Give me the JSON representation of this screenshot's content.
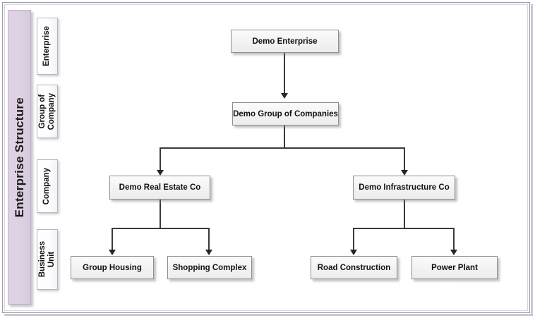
{
  "diagram": {
    "title": "Enterprise Structure",
    "type": "organizational-hierarchy",
    "levels": [
      {
        "key": "enterprise",
        "label": "Enterprise"
      },
      {
        "key": "group",
        "label": "Group of\nCompany"
      },
      {
        "key": "company",
        "label": "Company"
      },
      {
        "key": "business_unit",
        "label": "Business\nUnit"
      }
    ],
    "nodes": [
      {
        "id": "n1",
        "label": "Demo Enterprise",
        "level": "enterprise"
      },
      {
        "id": "n2",
        "label": "Demo Group of Companies",
        "level": "group"
      },
      {
        "id": "n3",
        "label": "Demo Real Estate Co",
        "level": "company"
      },
      {
        "id": "n4",
        "label": "Demo Infrastructure Co",
        "level": "company"
      },
      {
        "id": "n5",
        "label": "Group Housing",
        "level": "business_unit"
      },
      {
        "id": "n6",
        "label": "Shopping Complex",
        "level": "business_unit"
      },
      {
        "id": "n7",
        "label": "Road Construction",
        "level": "business_unit"
      },
      {
        "id": "n8",
        "label": "Power Plant",
        "level": "business_unit"
      }
    ],
    "edges": [
      {
        "from": "n1",
        "to": "n2"
      },
      {
        "from": "n2",
        "to": "n3"
      },
      {
        "from": "n2",
        "to": "n4"
      },
      {
        "from": "n3",
        "to": "n5"
      },
      {
        "from": "n3",
        "to": "n6"
      },
      {
        "from": "n4",
        "to": "n7"
      },
      {
        "from": "n4",
        "to": "n8"
      }
    ],
    "colors": {
      "title_bar": "#ddd1e3",
      "node_fill": "#f4f4f4",
      "node_border": "#8e8e8e",
      "connector": "#3a3a3a",
      "frame_border": "#9b9bab"
    }
  }
}
